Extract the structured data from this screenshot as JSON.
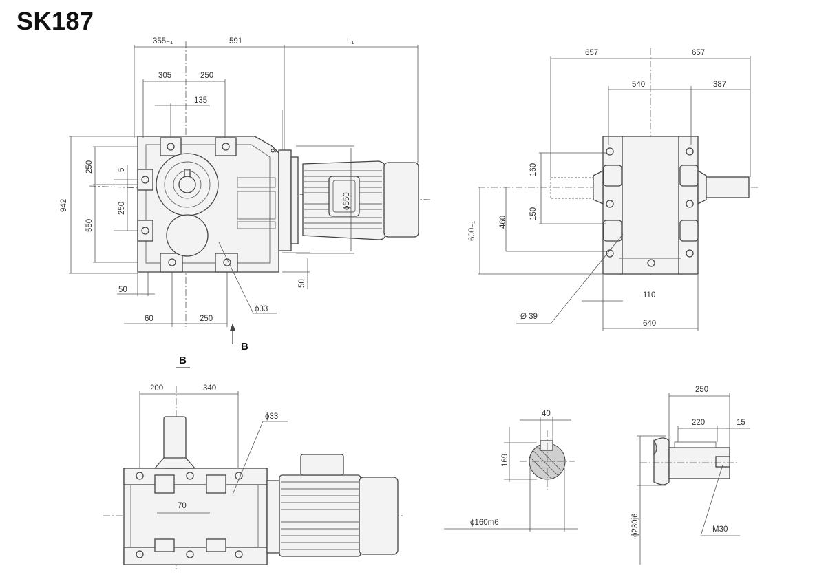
{
  "title": "SK187",
  "front_view": {
    "dims": {
      "d355": "355₋₁",
      "d591": "591",
      "dL1": "L₁",
      "d305": "305",
      "d250top": "250",
      "d135": "135",
      "d942": "942",
      "d250left": "250",
      "d550left": "550",
      "d5": "5",
      "d250inner": "250",
      "d9": "9",
      "dphi550": "ϕ550",
      "d50a": "50",
      "d50b": "50",
      "d60": "60",
      "d250bottom": "250",
      "dphi33": "ϕ33"
    },
    "view_marker": "B"
  },
  "side_view": {
    "dims": {
      "d657a": "657",
      "d657b": "657",
      "d540": "540",
      "d387": "387",
      "d160": "160",
      "d150": "150",
      "d460": "460",
      "d600": "600₋₁",
      "d110": "110",
      "d640": "640",
      "dphi39": "Ø 39"
    }
  },
  "bottom_view": {
    "label": "B",
    "dims": {
      "d200": "200",
      "d340": "340",
      "dphi33": "ϕ33",
      "d70": "70"
    }
  },
  "key_section": {
    "dims": {
      "d40": "40",
      "d169": "169",
      "dphi160": "ϕ160m6"
    }
  },
  "shaft_detail": {
    "dims": {
      "d250": "250",
      "d220": "220",
      "d15": "15",
      "dphi230": "ϕ230j6",
      "m30": "M30"
    }
  }
}
